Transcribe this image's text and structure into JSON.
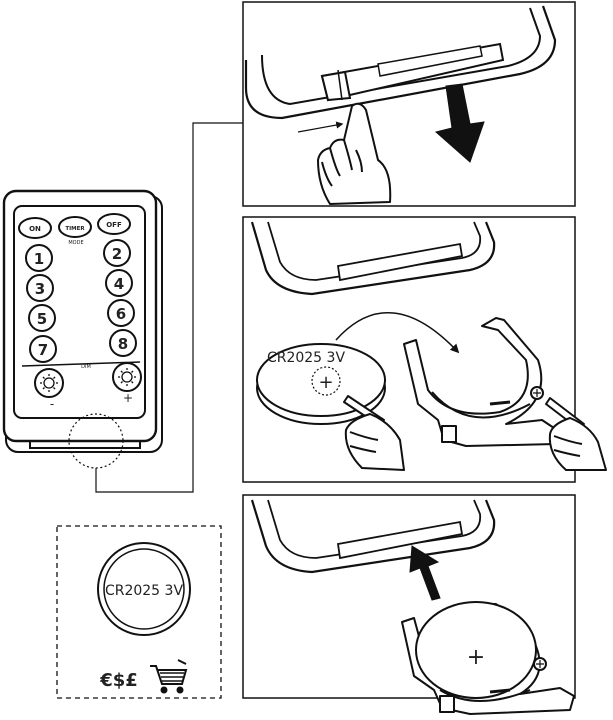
{
  "remote": {
    "buttons_top": [
      {
        "label": "ON"
      },
      {
        "label": "TIMER"
      },
      {
        "label": "OFF"
      }
    ],
    "mode_label": "MODE",
    "numbers_left": [
      "1",
      "3",
      "5",
      "7"
    ],
    "numbers_right": [
      "2",
      "4",
      "6",
      "8"
    ],
    "dim_label": "DIM",
    "minus_label": "-",
    "plus_label": "+"
  },
  "battery": {
    "model_text_panel2": "CR2025 3V",
    "model_text_box": "CR2025 3V",
    "plus_symbol": "+"
  },
  "purchase": {
    "currency_symbols": "€$£"
  },
  "colors": {
    "line": "#111111",
    "background": "#ffffff"
  }
}
